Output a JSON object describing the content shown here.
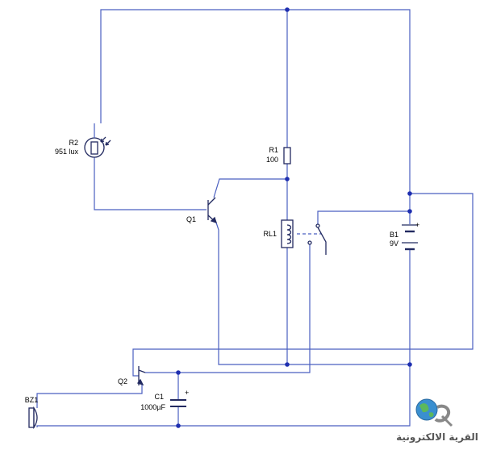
{
  "components": {
    "r2": {
      "ref": "R2",
      "value": "951 lux"
    },
    "r1": {
      "ref": "R1",
      "value": "100"
    },
    "q1": {
      "ref": "Q1"
    },
    "q2": {
      "ref": "Q2"
    },
    "rl1": {
      "ref": "RL1"
    },
    "b1": {
      "ref": "B1",
      "value": "9V",
      "polarity": "+"
    },
    "c1": {
      "ref": "C1",
      "value": "1000µF",
      "polarity": "+"
    },
    "bz1": {
      "ref": "BZ1"
    }
  },
  "logo": {
    "text": "القرية الالكترونية"
  },
  "colors": {
    "wire": "#4a5fc0",
    "part": "#222a60",
    "junction": "#1f2fb0"
  }
}
